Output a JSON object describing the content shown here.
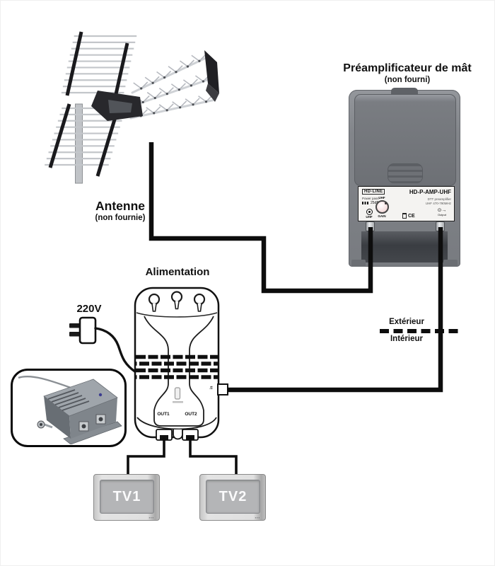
{
  "preamp": {
    "title": "Préamplificateur de mât",
    "subtitle": "(non fourni)",
    "brand": "HD-LINE",
    "model": "HD-P-AMP-UHF",
    "spec_line1": "DTT preamplifier",
    "spec_line2": "UHF 470-790MHz",
    "power_pass": "Power pass",
    "gain": "25dB",
    "knob_label_top": "UHF",
    "knob_label_bottom": "GAIN",
    "input_label": "UHF",
    "ce_mark": "CE",
    "output_label": "Output"
  },
  "antenna": {
    "label": "Antenne",
    "sublabel": "(non fournie)"
  },
  "boundary": {
    "outside": "Extérieur",
    "inside": "Intérieur"
  },
  "power_supply": {
    "title": "Alimentation",
    "outputs": [
      "OUT1",
      "OUT2"
    ],
    "side_port_label": "in"
  },
  "mains": {
    "label": "220V"
  },
  "tvs": [
    {
      "label": "TV1"
    },
    {
      "label": "TV2"
    }
  ],
  "colors": {
    "cable": "#0d0d0d",
    "outline": "#1c1c1c",
    "preamp_body": "#82858a",
    "preamp_lid": "#6d7075",
    "label_bg": "#f4f3f1",
    "tv_screen": "#b4b5b7",
    "tv_frame": "#e0e0e0"
  }
}
